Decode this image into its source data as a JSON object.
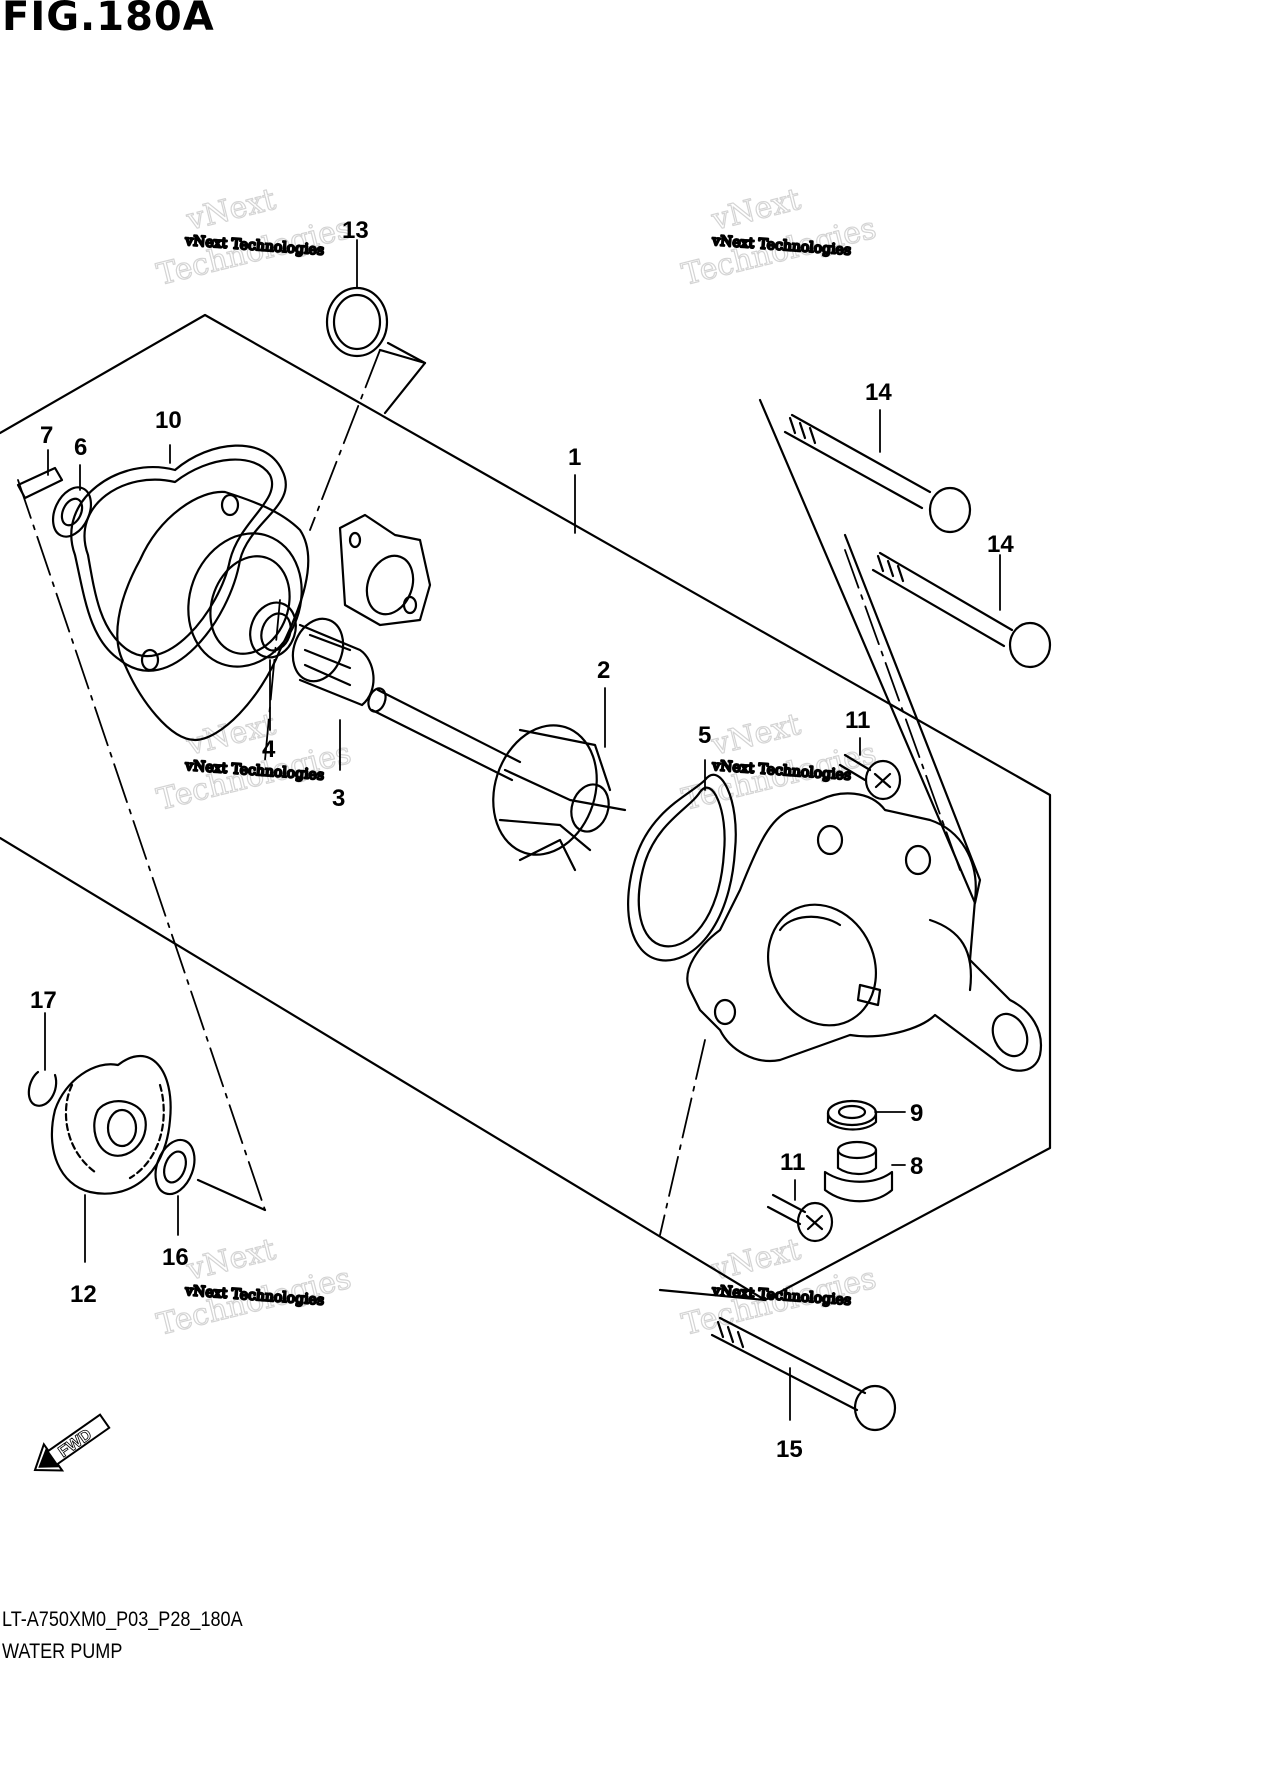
{
  "figure": {
    "title": "FIG.180A",
    "code": "LT-A750XM0_P03_P28_180A",
    "name": "WATER PUMP"
  },
  "watermark": {
    "big_line1": "vNext",
    "big_line2": "Technologies",
    "small": "vNext Technologies"
  },
  "callouts": [
    {
      "id": "1",
      "label": "1"
    },
    {
      "id": "2",
      "label": "2"
    },
    {
      "id": "3",
      "label": "3"
    },
    {
      "id": "4",
      "label": "4"
    },
    {
      "id": "5",
      "label": "5"
    },
    {
      "id": "6",
      "label": "6"
    },
    {
      "id": "7",
      "label": "7"
    },
    {
      "id": "8",
      "label": "8"
    },
    {
      "id": "9",
      "label": "9"
    },
    {
      "id": "10",
      "label": "10"
    },
    {
      "id": "11a",
      "label": "11"
    },
    {
      "id": "11b",
      "label": "11"
    },
    {
      "id": "12",
      "label": "12"
    },
    {
      "id": "13",
      "label": "13"
    },
    {
      "id": "14a",
      "label": "14"
    },
    {
      "id": "14b",
      "label": "14"
    },
    {
      "id": "15",
      "label": "15"
    },
    {
      "id": "16",
      "label": "16"
    },
    {
      "id": "17",
      "label": "17"
    }
  ],
  "fwd_label": "FWD"
}
